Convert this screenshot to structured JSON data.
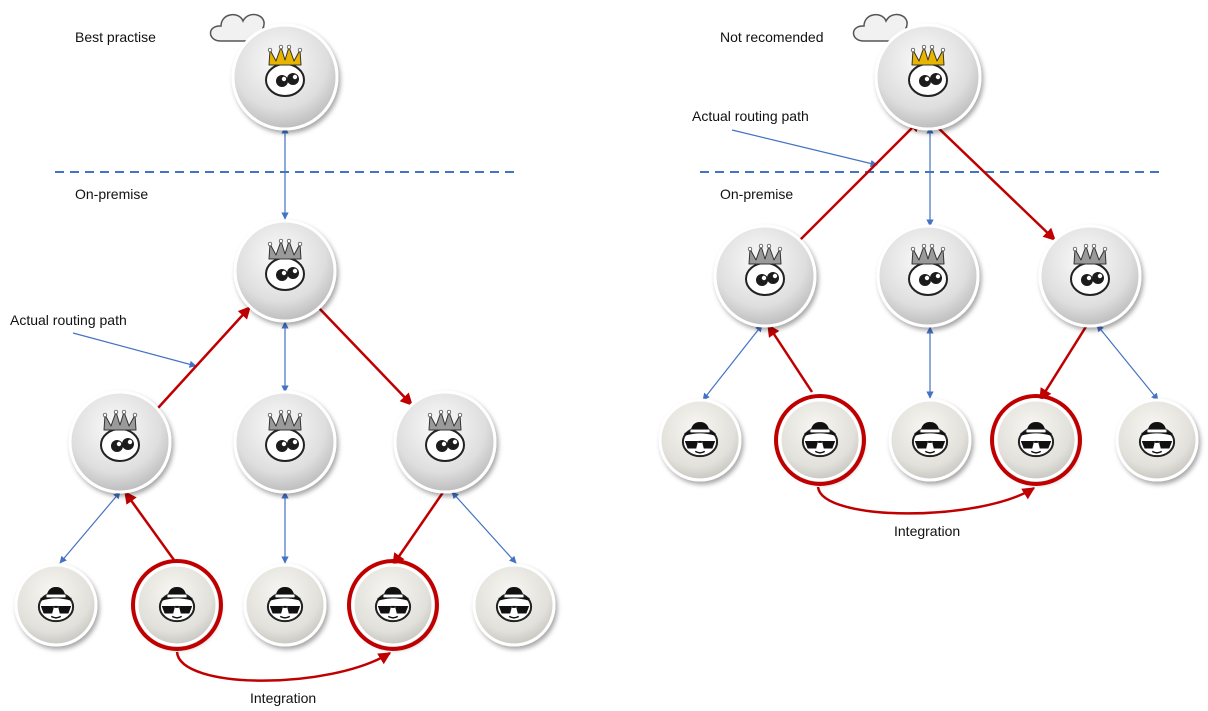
{
  "left_panel": {
    "title": "Best practise",
    "boundary_label": "On-premise",
    "routing_label": "Actual routing path",
    "integration_label": "Integration"
  },
  "right_panel": {
    "title": "Not recomended",
    "boundary_label": "On-premise",
    "routing_label": "Actual routing path",
    "integration_label": "Integration"
  },
  "colors": {
    "routing_arrow": "#c00000",
    "connection_arrow": "#4472c4",
    "boundary_line": "#4472c4",
    "node_fill": "#dcdcdc",
    "highlight_ring": "#c00000",
    "cloud_crown": "#e8b400",
    "onprem_crown": "#9a9a9a"
  },
  "icons": {
    "cloud_node": "crowned-face-cloud-icon",
    "onprem_node": "crowned-face-icon",
    "client_node": "sunglasses-hat-face-icon"
  }
}
